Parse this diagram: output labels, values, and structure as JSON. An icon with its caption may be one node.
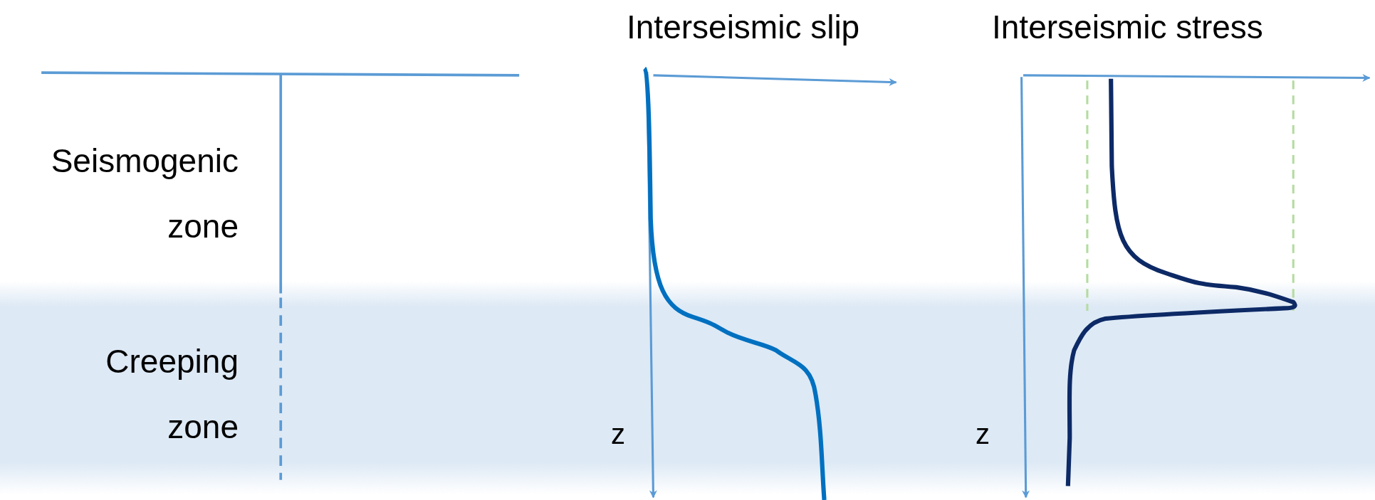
{
  "diagram": {
    "labels": [
      "Interseismic slip",
      "Interseismic stress",
      "Seismogenic zone",
      "Creeping zone",
      "z",
      "z"
    ]
  }
}
